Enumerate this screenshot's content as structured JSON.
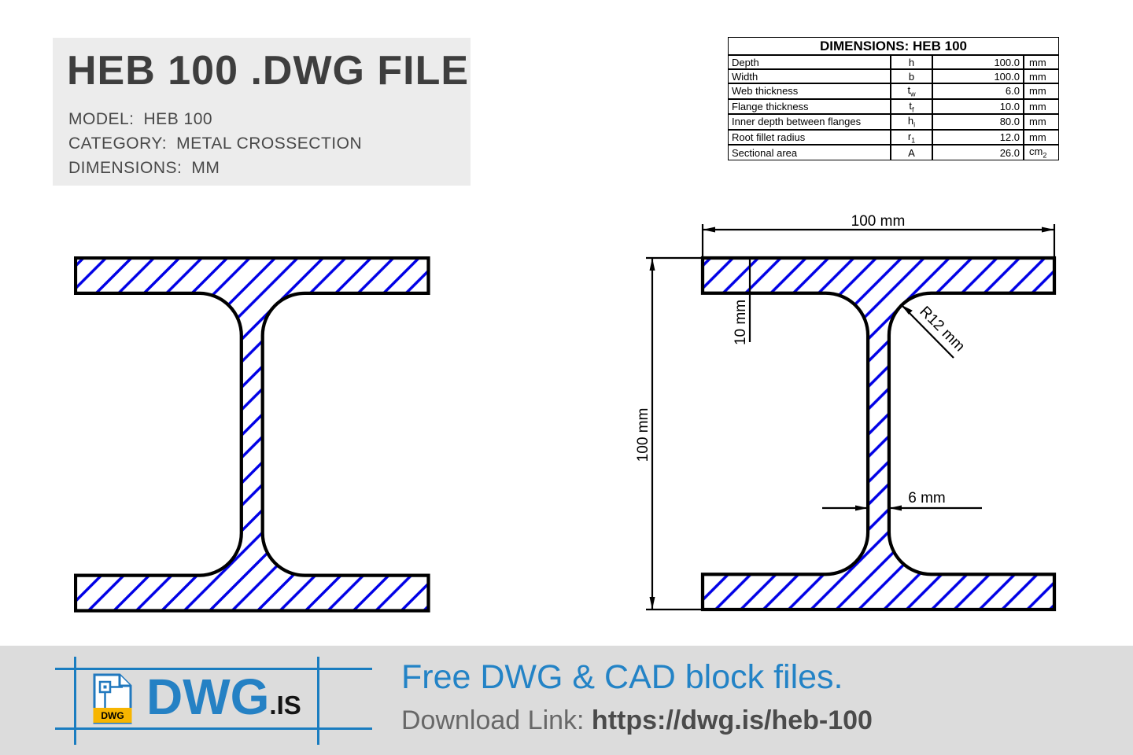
{
  "header": {
    "title": "HEB 100 .DWG FILE",
    "meta": [
      {
        "label": "MODEL:",
        "value": "HEB 100"
      },
      {
        "label": "CATEGORY:",
        "value": "METAL CROSSECTION"
      },
      {
        "label": "DIMENSIONS:",
        "value": "MM"
      }
    ]
  },
  "table": {
    "title": "DIMENSIONS: HEB 100",
    "rows": [
      {
        "label": "Depth",
        "sym": "h",
        "sub": "",
        "value": "100.0",
        "unit": "mm",
        "unit_sub": ""
      },
      {
        "label": "Width",
        "sym": "b",
        "sub": "",
        "value": "100.0",
        "unit": "mm",
        "unit_sub": ""
      },
      {
        "label": "Web thickness",
        "sym": "t",
        "sub": "w",
        "value": "6.0",
        "unit": "mm",
        "unit_sub": ""
      },
      {
        "label": "Flange thickness",
        "sym": "t",
        "sub": "f",
        "value": "10.0",
        "unit": "mm",
        "unit_sub": ""
      },
      {
        "label": "Inner depth between flanges",
        "sym": "h",
        "sub": "i",
        "value": "80.0",
        "unit": "mm",
        "unit_sub": ""
      },
      {
        "label": "Root fillet radius",
        "sym": "r",
        "sub": "1",
        "value": "12.0",
        "unit": "mm",
        "unit_sub": ""
      },
      {
        "label": "Sectional area",
        "sym": "A",
        "sub": "",
        "value": "26.0",
        "unit": "cm",
        "unit_sub": "2"
      }
    ]
  },
  "drawing": {
    "dim_width": "100 mm",
    "dim_height": "100 mm",
    "dim_flange_thickness": "10 mm",
    "dim_web_thickness": "6 mm",
    "dim_fillet_radius": "R12 mm"
  },
  "footer": {
    "icon_label": "DWG",
    "logo_text": "DWG",
    "logo_suffix": ".IS",
    "tagline": "Free DWG & CAD block files.",
    "download_label": "Download Link: ",
    "download_url": "https://dwg.is/heb-100"
  },
  "colors": {
    "accent_blue": "#2383c6",
    "hatch_blue": "#0000e6",
    "panel_gray": "#ececec",
    "footer_gray": "#dcdcdc",
    "icon_yellow": "#f7b500"
  }
}
